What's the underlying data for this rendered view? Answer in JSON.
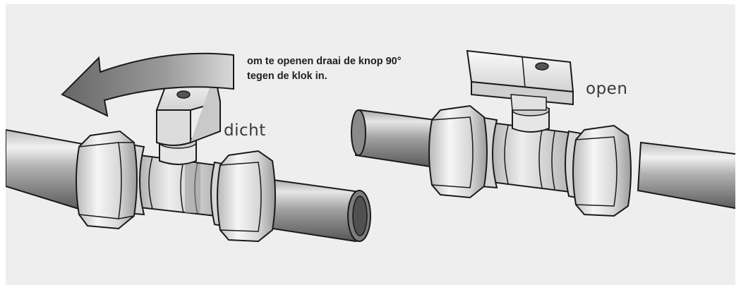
{
  "instruction": {
    "line1": "om te openen draai de knop 90°",
    "line2": "tegen de klok in."
  },
  "labels": {
    "closed": "dicht",
    "open": "open"
  },
  "colors": {
    "background": "#eeeeee",
    "outline": "#1a1a1a",
    "metal_light": "#f4f4f4",
    "metal_mid": "#c4c4c4",
    "metal_dark": "#6e6e6e",
    "arrow": "#7a7a7a"
  }
}
